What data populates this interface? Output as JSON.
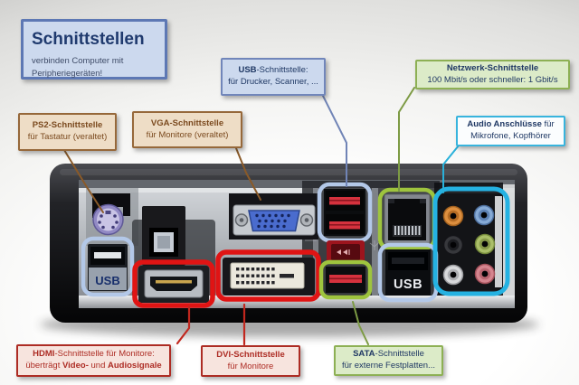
{
  "title_box": {
    "title": "Schnittstellen",
    "subtitle_line1": "verbinden Computer mit",
    "subtitle_line2": "Peripheriegeräten!"
  },
  "labels": {
    "usb": {
      "l1_bold": "USB",
      "l1_rest": "-Schnittstelle:",
      "l2": "für Drucker, Scanner, ..."
    },
    "network": {
      "l1": "Netzwerk-Schnittstelle",
      "l2": "100 Mbit/s oder schneller: 1 Gbit/s"
    },
    "ps2": {
      "l1": "PS2-Schnittstelle",
      "l2": "für Tastatur (veraltet)"
    },
    "vga": {
      "l1": "VGA-Schnittstelle",
      "l2": "für Monitore (veraltet)"
    },
    "audio": {
      "l1_bold": "Audio Anschlüsse",
      "l1_rest": " für",
      "l2": "Mikrofone, Kopfhörer"
    },
    "hdmi": {
      "l1_bold": "HDMI",
      "l1_rest": "-Schnittstelle für Monitore:",
      "l2_a": "überträgt ",
      "l2_b": "Video-",
      "l2_c": " und ",
      "l2_d": "Audiosignale"
    },
    "dvi": {
      "l1": "DVI-Schnittstelle",
      "l2": "für Monitore"
    },
    "sata": {
      "l1_bold": "SATA",
      "l1_rest": "-Schnittstelle",
      "l2": "für externe Festplatten..."
    }
  },
  "photo": {
    "usb_port_left_label": "USB",
    "usb_port_right_label": "USB"
  },
  "colors": {
    "blue_box_bg": "#ccd9ee",
    "blue_box_border": "#7186ba",
    "navy_text": "#1f3864",
    "green_box_bg": "#dcebc8",
    "green_box_border": "#8db054",
    "tan_box_bg": "#eeddc6",
    "tan_box_border": "#96683a",
    "brown_text": "#7b4a1f",
    "cyan_box_border": "#38b4dd",
    "red_box_bg": "#f7e4de",
    "red_box_border": "#ad2c24",
    "red_text": "#ad2c24",
    "usb_highlight": "#b3c8e8",
    "ethernet_highlight": "#9ec43e",
    "esata_highlight": "#9ec43e",
    "audio_highlight": "#25b2e2",
    "hdmi_highlight": "#e01414",
    "dvi_highlight": "#e01414",
    "ps2_line": "#8a5a28",
    "vga_line": "#8a5a28",
    "usb_line": "#7084b6",
    "network_line": "#7d9b44",
    "audio_line": "#29b1da",
    "hdmi_line": "#c1271e",
    "dvi_line": "#c1271e",
    "sata_line": "#7d9b44"
  }
}
